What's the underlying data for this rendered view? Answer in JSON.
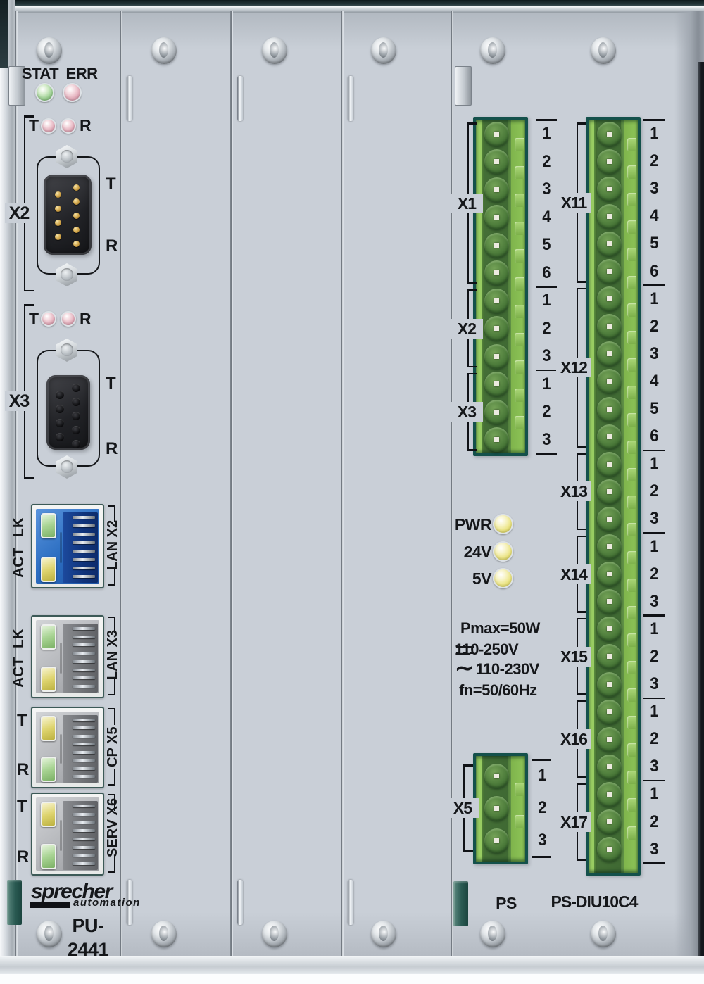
{
  "device": {
    "vendor": {
      "name": "sprecher",
      "sub": "automation"
    },
    "model": {
      "line1": "PU-",
      "line2": "2441"
    }
  },
  "pu_module": {
    "status_leds": [
      {
        "label": "STAT",
        "color": "green"
      },
      {
        "label": "ERR",
        "color": "red"
      }
    ],
    "serial_ports": [
      {
        "name": "X2",
        "led_left": "T",
        "led_right": "R",
        "side_top": "T",
        "side_bottom": "R",
        "connector": "db9-male"
      },
      {
        "name": "X3",
        "led_left": "T",
        "led_right": "R",
        "side_top": "T",
        "side_bottom": "R",
        "connector": "db9-female"
      }
    ],
    "ethernet_ports": [
      {
        "name": "LAN X2",
        "top_led": "LK",
        "bottom_led": "ACT",
        "top_color": "green",
        "bottom_color": "yellow",
        "jack": "blue",
        "rotated_labels": true
      },
      {
        "name": "LAN X3",
        "top_led": "LK",
        "bottom_led": "ACT",
        "top_color": "green",
        "bottom_color": "yellow",
        "jack": "gray",
        "rotated_labels": true
      },
      {
        "name": "CP X5",
        "top_led": "T",
        "bottom_led": "R",
        "top_color": "yellow",
        "bottom_color": "green",
        "jack": "gray",
        "rotated_labels": false
      },
      {
        "name": "SERV X6",
        "top_led": "T",
        "bottom_led": "R",
        "top_color": "yellow",
        "bottom_color": "green",
        "jack": "gray",
        "rotated_labels": false
      }
    ]
  },
  "ps_module": {
    "label": "PS",
    "terminal_groups": [
      {
        "name": "X1",
        "pins": [
          "1",
          "2",
          "3",
          "4",
          "5",
          "6"
        ]
      },
      {
        "name": "X2",
        "pins": [
          "1",
          "2",
          "3"
        ]
      },
      {
        "name": "X3",
        "pins": [
          "1",
          "2",
          "3"
        ]
      }
    ],
    "x5_groups": [
      {
        "name": "X5",
        "pins": [
          "1",
          "2",
          "3"
        ]
      }
    ],
    "leds": [
      {
        "label": "PWR"
      },
      {
        "label": "24V"
      },
      {
        "label": "5V"
      }
    ],
    "specs": {
      "pmax": "Pmax=50W",
      "dc_range": "110-250V",
      "ac_range": "110-230V",
      "frequency": "fn=50/60Hz"
    }
  },
  "diu_module": {
    "label": "PS-DIU10C4",
    "terminal_groups": [
      {
        "name": "X11",
        "pins": [
          "1",
          "2",
          "3",
          "4",
          "5",
          "6"
        ]
      },
      {
        "name": "X12",
        "pins": [
          "1",
          "2",
          "3",
          "4",
          "5",
          "6"
        ]
      },
      {
        "name": "X13",
        "pins": [
          "1",
          "2",
          "3"
        ]
      },
      {
        "name": "X14",
        "pins": [
          "1",
          "2",
          "3"
        ]
      },
      {
        "name": "X15",
        "pins": [
          "1",
          "2",
          "3"
        ]
      },
      {
        "name": "X16",
        "pins": [
          "1",
          "2",
          "3"
        ]
      },
      {
        "name": "X17",
        "pins": [
          "1",
          "2",
          "3"
        ]
      }
    ]
  },
  "colors": {
    "panel": "#c9cfd7",
    "terminal_frame": "#14514b",
    "terminal_light_green": "#8ec558",
    "terminal_dark_green": "#436f35",
    "lan_blue": "#2d6fc2",
    "led_green": "#9ccf92",
    "led_red": "#e3adbb",
    "led_yellow": "#ebe483",
    "text": "#15171a"
  }
}
